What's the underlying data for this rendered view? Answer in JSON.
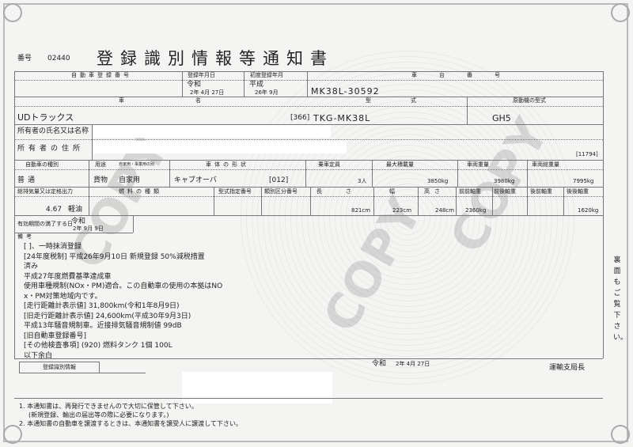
{
  "header": {
    "number_label": "番号",
    "number": "02440",
    "title": "登録識別情報等通知書"
  },
  "row1": {
    "reg_no_label": "自動車登録番号",
    "reg_date_label": "登録年月日",
    "first_reg_label": "初度登録年月",
    "chassis_label": "車台番号",
    "era1": "令和",
    "reg_date": "2年 4月 27日",
    "era2": "平成",
    "first_reg": "26年 9月",
    "chassis_no": "MK38L-30592"
  },
  "row2": {
    "name_label": "車名",
    "model_label": "型式",
    "engine_label": "原動機の型式",
    "maker": "UDトラックス",
    "model_code": "[366]",
    "model": "TKG-MK38L",
    "engine": "GH5"
  },
  "owner": {
    "name_label": "所有者の氏名又は名称",
    "address_label": "所有者の住所",
    "code": "[11794]"
  },
  "row3": {
    "labels": [
      "自動車の種別",
      "用途",
      "自家用・事業用の別",
      "車体の形状",
      "乗車定員",
      "最大積載量",
      "車両重量",
      "車両総重量"
    ],
    "kind": "普通",
    "use": "貨物",
    "private": "自家用",
    "body": "キャブオーバ",
    "body_code": "[012]",
    "capacity": "3人",
    "max_load": "3850kg",
    "weight": "3980kg",
    "total_weight": "7995kg"
  },
  "row4": {
    "labels": [
      "総排気量又は定格出力",
      "燃料の種類",
      "型式指定番号",
      "類別区分番号",
      "長さ",
      "幅",
      "高さ",
      "前前軸重",
      "前後軸重",
      "後前軸重",
      "後後軸重"
    ],
    "displacement": "4.67",
    "fuel": "軽油",
    "length": "821cm",
    "width": "223cm",
    "height": "248cm",
    "ff_axle": "2360kg",
    "rr_axle": "1620kg"
  },
  "expiry": {
    "label": "有効期間の満了する日",
    "era": "令和",
    "date": "2年 9月 9日"
  },
  "remarks": {
    "label": "備考",
    "lines": [
      "[ ]、一時抹消登録",
      "[24年度税制] 平成26年9月10日 新規登録 50%減税措置",
      "済み",
      "平成27年度燃費基準達成車",
      "使用車種規制(NOx・PM)適合。この自動車の使用の本拠はNO",
      "x・PM対策地域内です。",
      "[走行距離計表示値] 31,800km(令和1年8月9日)",
      "[旧走行距離計表示値] 24,600km(平成30年9月3日)",
      "平成13年騒音規制車。近接排気騒音規制値 99dB",
      "[旧自動車登録番号]",
      "[その他検査事項] (920) 燃料タンク 1個 100L",
      "以下余白"
    ]
  },
  "side_note": "裏面もご覧下さい。",
  "footer": {
    "id_info_label": "登録識別情報",
    "issue_era": "令和",
    "issue_date": "2年 4月 27日",
    "office": "運輸支局長",
    "notes": [
      "1. 本通知書は、再発行できませんので大切に保管して下さい。",
      "(新規登録、輸出の届出等の際に必要になります。)",
      "2. 本通知書の自動車を譲渡するときは、本通知書を譲受人に譲渡して下さい。"
    ]
  },
  "watermark": {
    "text": "COPY"
  }
}
